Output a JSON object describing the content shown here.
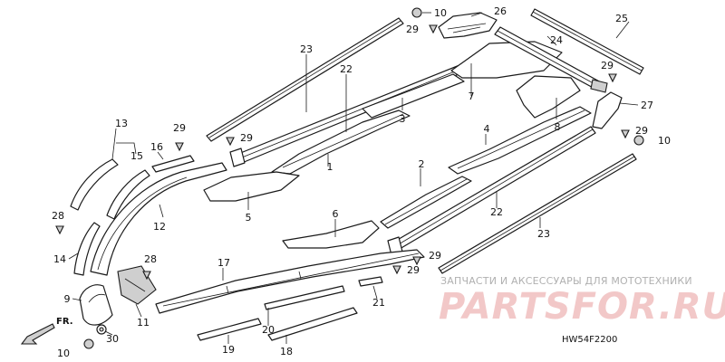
{
  "diagram": {
    "code": "HW54F2200",
    "front_marker": "FR.",
    "watermark_text": "ЗАПЧАСТИ И АКСЕССУАРЫ ДЛЯ МОТОТЕХНИКИ",
    "watermark_logo": "PARTSFOR.RU",
    "callouts": {
      "p1": "1",
      "p2": "2",
      "p3": "3",
      "p4": "4",
      "p5": "5",
      "p6": "6",
      "p7": "7",
      "p8": "8",
      "p9": "9",
      "p10a": "10",
      "p10b": "10",
      "p10c": "10",
      "p11": "11",
      "p12": "12",
      "p13": "13",
      "p14": "14",
      "p15": "15",
      "p16": "16",
      "p17": "17",
      "p18": "18",
      "p19": "19",
      "p20": "20",
      "p21": "21",
      "p22a": "22",
      "p22b": "22",
      "p23a": "23",
      "p23b": "23",
      "p24": "24",
      "p25": "25",
      "p26": "26",
      "p27": "27",
      "p28a": "28",
      "p28b": "28",
      "p29a": "29",
      "p29b": "29",
      "p29c": "29",
      "p29d": "29",
      "p29e": "29",
      "p29f": "29",
      "p29g": "29",
      "p30": "30"
    }
  }
}
